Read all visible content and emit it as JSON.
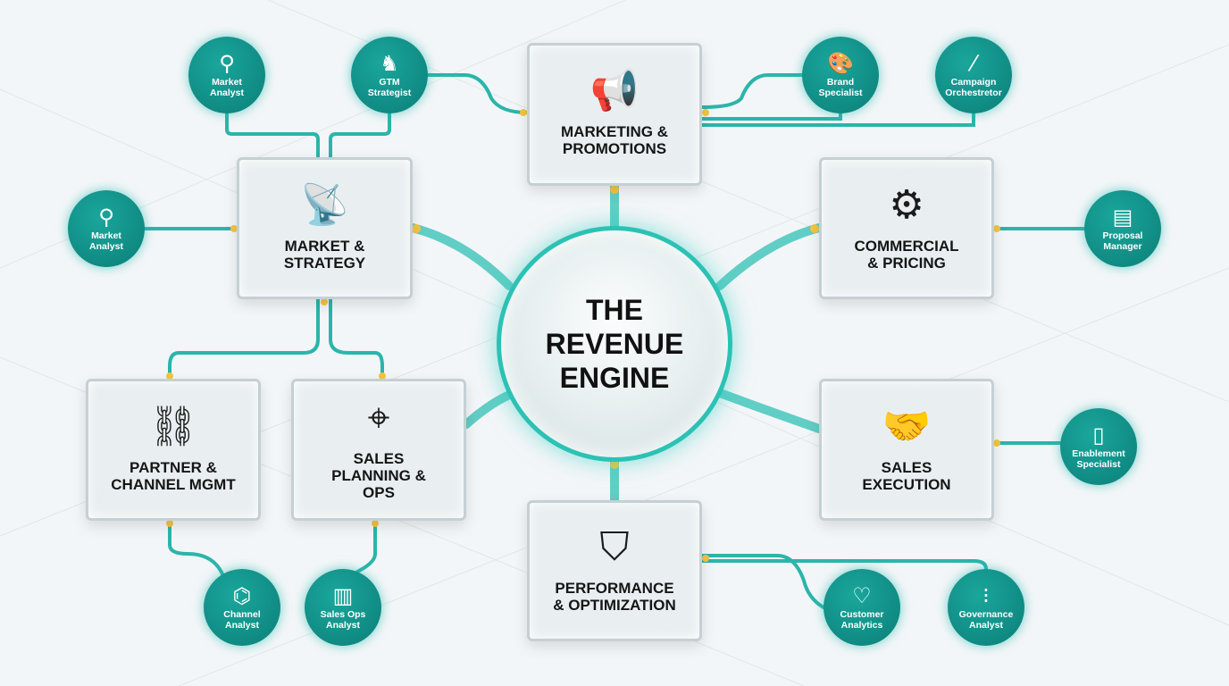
{
  "title": "THE\nREVENUE\nENGINE",
  "colors": {
    "teal": "#0e8f87",
    "wire": "#2bb5aa",
    "glow": "#f5c542"
  },
  "functions": [
    {
      "id": "marketing",
      "label": "MARKETING &\nPROMOTIONS",
      "icon": "megaphone-icon",
      "glyph": "📢"
    },
    {
      "id": "market-strategy",
      "label": "MARKET &\nSTRATEGY",
      "icon": "satellite-dish-icon",
      "glyph": "📡"
    },
    {
      "id": "commercial",
      "label": "COMMERCIAL\n& PRICING",
      "icon": "dollar-gear-icon",
      "glyph": "⚙"
    },
    {
      "id": "partner",
      "label": "PARTNER &\nCHANNEL MGMT",
      "icon": "chain-link-icon",
      "glyph": "⛓"
    },
    {
      "id": "sales-planning",
      "label": "SALES\nPLANNING &\nOPS",
      "icon": "compass-target-icon",
      "glyph": "⌖"
    },
    {
      "id": "sales-execution",
      "label": "SALES\nEXECUTION",
      "icon": "handshake-icon",
      "glyph": "🤝"
    },
    {
      "id": "performance",
      "label": "PERFORMANCE\n& OPTIMIZATION",
      "icon": "shield-check-icon",
      "glyph": "⛉"
    }
  ],
  "roles": [
    {
      "label": "Market\nAnalyst",
      "icon": "magnifier-icon",
      "glyph": "⚲"
    },
    {
      "label": "GTM\nStrategist",
      "icon": "chess-knight-icon",
      "glyph": "♞"
    },
    {
      "label": "Brand\nSpecialist",
      "icon": "palette-icon",
      "glyph": "🎨"
    },
    {
      "label": "Campaign\nOrchestretor",
      "icon": "baton-icon",
      "glyph": "⁄"
    },
    {
      "label": "Market\nAnalyst",
      "icon": "magnifier-icon",
      "glyph": "⚲"
    },
    {
      "label": "Proposal\nManager",
      "icon": "document-badge-icon",
      "glyph": "▤"
    },
    {
      "label": "Enablement\nSpecialist",
      "icon": "book-icon",
      "glyph": "▯"
    },
    {
      "label": "Channel\nAnalyst",
      "icon": "network-icon",
      "glyph": "⌬"
    },
    {
      "label": "Sales Ops\nAnalyst",
      "icon": "bar-chart-icon",
      "glyph": "▥"
    },
    {
      "label": "Customer\nAnalytics",
      "icon": "heart-pulse-icon",
      "glyph": "♡"
    },
    {
      "label": "Governance\nAnalyst",
      "icon": "traffic-light-icon",
      "glyph": "⁝"
    }
  ]
}
